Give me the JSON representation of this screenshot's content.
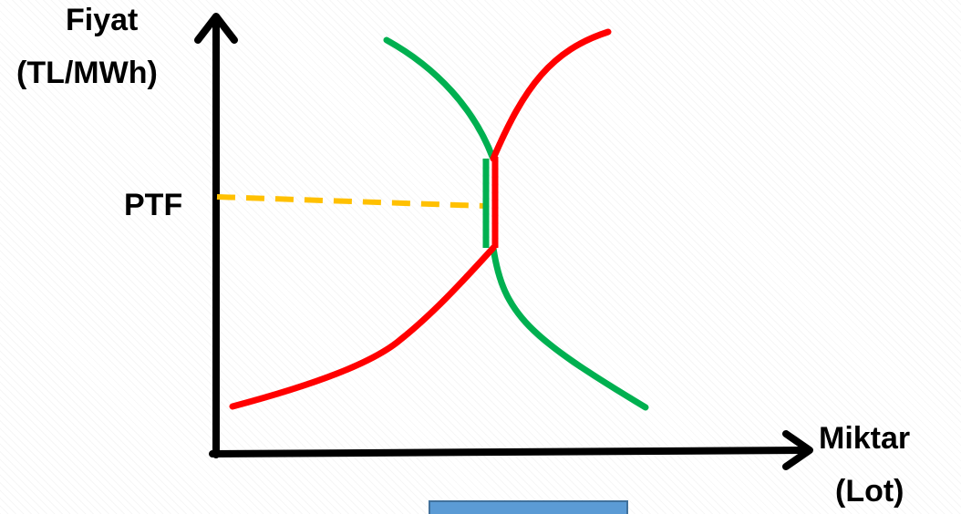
{
  "labels": {
    "y_title": "Fiyat",
    "y_unit": "(TL/MWh)",
    "ptf": "PTF",
    "x_title": "Miktar",
    "x_unit": "(Lot)"
  },
  "colors": {
    "axis": "#000000",
    "supply_curve": "#FF0000",
    "demand_curve": "#00B050",
    "ptf_line": "#FFC000",
    "box_fill": "#5B9BD5",
    "box_border": "#41719C"
  }
}
